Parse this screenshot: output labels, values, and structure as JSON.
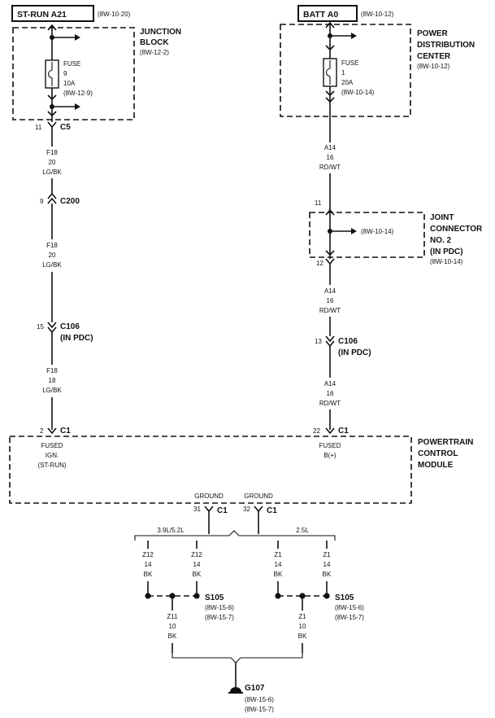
{
  "circuit_left": {
    "source_label": "ST-RUN A21",
    "source_ref": "(8W-10-20)",
    "block_name_1": "JUNCTION",
    "block_name_2": "BLOCK",
    "block_ref": "(8W-12-2)",
    "fuse": {
      "label": "FUSE",
      "number": "9",
      "rating": "10A",
      "ref": "(8W-12-9)"
    },
    "connectors": [
      {
        "pin": "11",
        "name": "C5"
      },
      {
        "pin": "9",
        "name": "C200"
      },
      {
        "pin": "15",
        "name": "C106",
        "note": "(IN PDC)"
      },
      {
        "pin": "2",
        "name": "C1"
      }
    ],
    "wires": [
      {
        "circuit": "F18",
        "gauge": "20",
        "color": "LG/BK"
      },
      {
        "circuit": "F18",
        "gauge": "20",
        "color": "LG/BK"
      },
      {
        "circuit": "F18",
        "gauge": "18",
        "color": "LG/BK"
      }
    ],
    "pin_function": [
      "FUSED",
      "IGN.",
      "(ST-RUN)"
    ]
  },
  "circuit_right": {
    "source_label": "BATT A0",
    "source_ref": "(8W-10-12)",
    "block_name_1": "POWER",
    "block_name_2": "DISTRIBUTION",
    "block_name_3": "CENTER",
    "block_ref": "(8W-10-12)",
    "fuse": {
      "label": "FUSE",
      "number": "1",
      "rating": "20A",
      "ref": "(8W-10-14)"
    },
    "joint_connector": {
      "ref": "(8W-10-14)",
      "name_1": "JOINT",
      "name_2": "CONNECTOR",
      "name_3": "NO. 2",
      "name_4": "(IN PDC)",
      "ref2": "(8W-10-14)",
      "pin_top": "11",
      "pin_bottom": "12"
    },
    "connectors": [
      {
        "pin": "13",
        "name": "C106",
        "note": "(IN PDC)"
      },
      {
        "pin": "22",
        "name": "C1"
      }
    ],
    "wires": [
      {
        "circuit": "A14",
        "gauge": "16",
        "color": "RD/WT"
      },
      {
        "circuit": "A14",
        "gauge": "16",
        "color": "RD/WT"
      },
      {
        "circuit": "A14",
        "gauge": "16",
        "color": "RD/WT"
      }
    ],
    "pin_function": [
      "FUSED",
      "B(+)"
    ]
  },
  "module": {
    "name_1": "POWERTRAIN",
    "name_2": "CONTROL",
    "name_3": "MODULE"
  },
  "grounds": {
    "left": {
      "label": "GROUND",
      "pin": "31",
      "connector": "C1"
    },
    "right": {
      "label": "GROUND",
      "pin": "32",
      "connector": "C1"
    },
    "engine_left": "3.9L/5.2L",
    "engine_right": "2.5L",
    "wires": [
      {
        "circuit": "Z12",
        "gauge": "14",
        "color": "BK"
      },
      {
        "circuit": "Z12",
        "gauge": "14",
        "color": "BK"
      },
      {
        "circuit": "Z1",
        "gauge": "14",
        "color": "BK"
      },
      {
        "circuit": "Z1",
        "gauge": "14",
        "color": "BK"
      }
    ],
    "splice_left": {
      "name": "S105",
      "ref1": "(8W-15-6)",
      "ref2": "(8W-15-7)"
    },
    "splice_right": {
      "name": "S105",
      "ref1": "(8W-15-6)",
      "ref2": "(8W-15-7)"
    },
    "wire_left": {
      "circuit": "Z11",
      "gauge": "10",
      "color": "BK"
    },
    "wire_right": {
      "circuit": "Z1",
      "gauge": "10",
      "color": "BK"
    },
    "ground_point": {
      "name": "G107",
      "ref1": "(8W-15-6)",
      "ref2": "(8W-15-7)"
    }
  }
}
